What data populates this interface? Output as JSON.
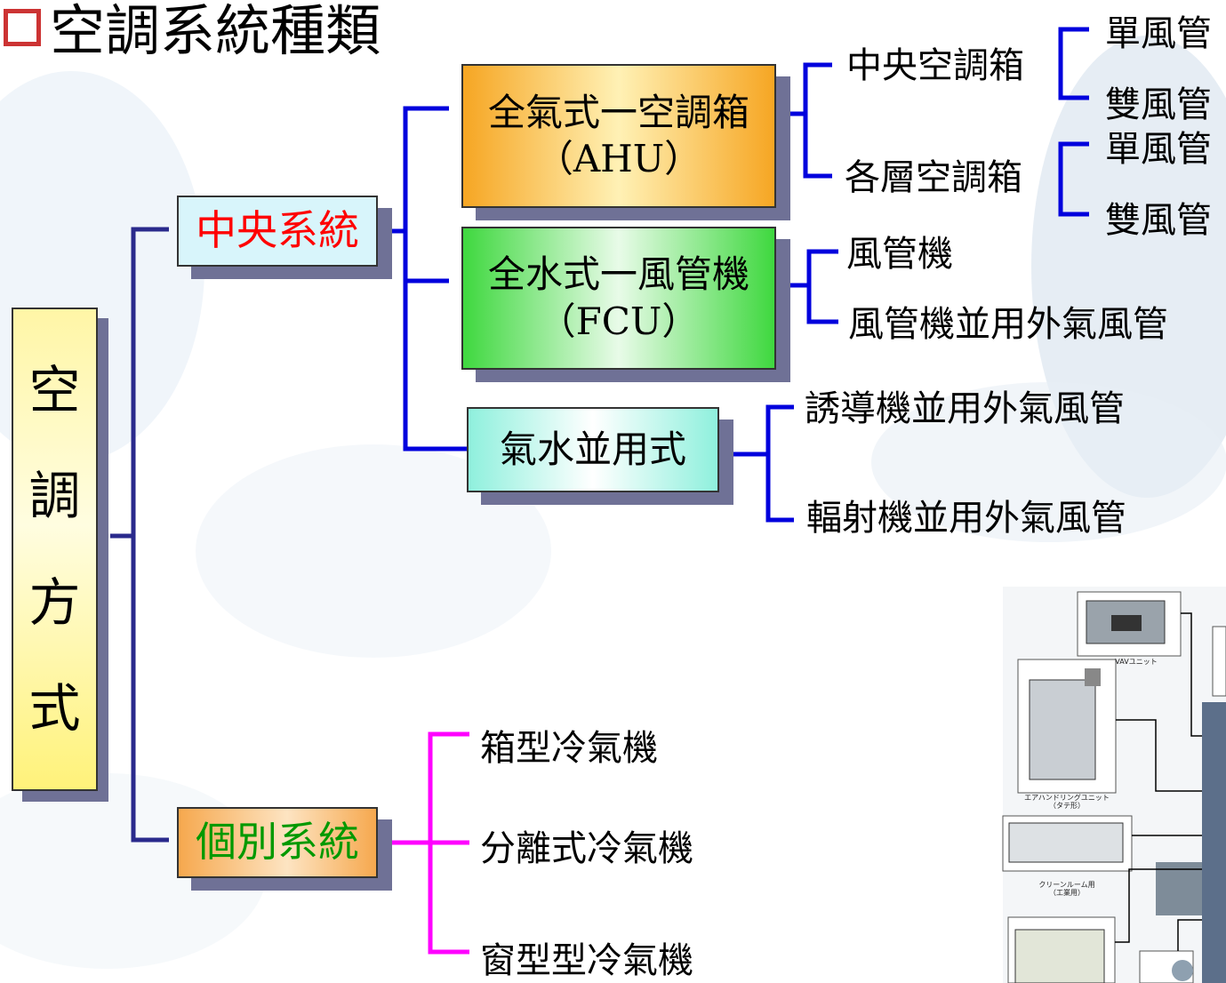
{
  "title": "空調系統種類",
  "root": {
    "chars": [
      "空",
      "調",
      "方",
      "式"
    ]
  },
  "central": {
    "label": "中央系統",
    "color": "#ff0000",
    "types": [
      {
        "label": "全氣式一空調箱",
        "sub": "（AHU）",
        "children": [
          {
            "label": "中央空調箱",
            "leaves": [
              "單風管",
              "雙風管"
            ]
          },
          {
            "label": "各層空調箱",
            "leaves": [
              "單風管",
              "雙風管"
            ]
          }
        ]
      },
      {
        "label": "全水式一風管機",
        "sub": "（FCU）",
        "children": [
          {
            "label": "風管機"
          },
          {
            "label": "風管機並用外氣風管"
          }
        ]
      },
      {
        "label": "氣水並用式",
        "children": [
          {
            "label": "誘導機並用外氣風管"
          },
          {
            "label": "輻射機並用外氣風管"
          }
        ]
      }
    ]
  },
  "individual": {
    "label": "個別系統",
    "color": "#009900",
    "children": [
      "箱型冷氣機",
      "分離式冷氣機",
      "窗型型冷氣機"
    ]
  },
  "photo_labels": [
    "VAVユニット",
    "エアハンドリングユニット",
    "（タテ形）",
    "クリーンルーム用",
    "（工業用）"
  ],
  "colors": {
    "tree_line": "#2a2a8c",
    "central_line": "#0000dd",
    "individual_line": "#ff00ff",
    "ahu_box": "#f7b23a",
    "fcu_box": "#52e052",
    "mixed_box": "#aef3e4",
    "central_box": "#d8f5fb",
    "individual_box": "#f7b86a",
    "root_box": "#fff28a"
  }
}
